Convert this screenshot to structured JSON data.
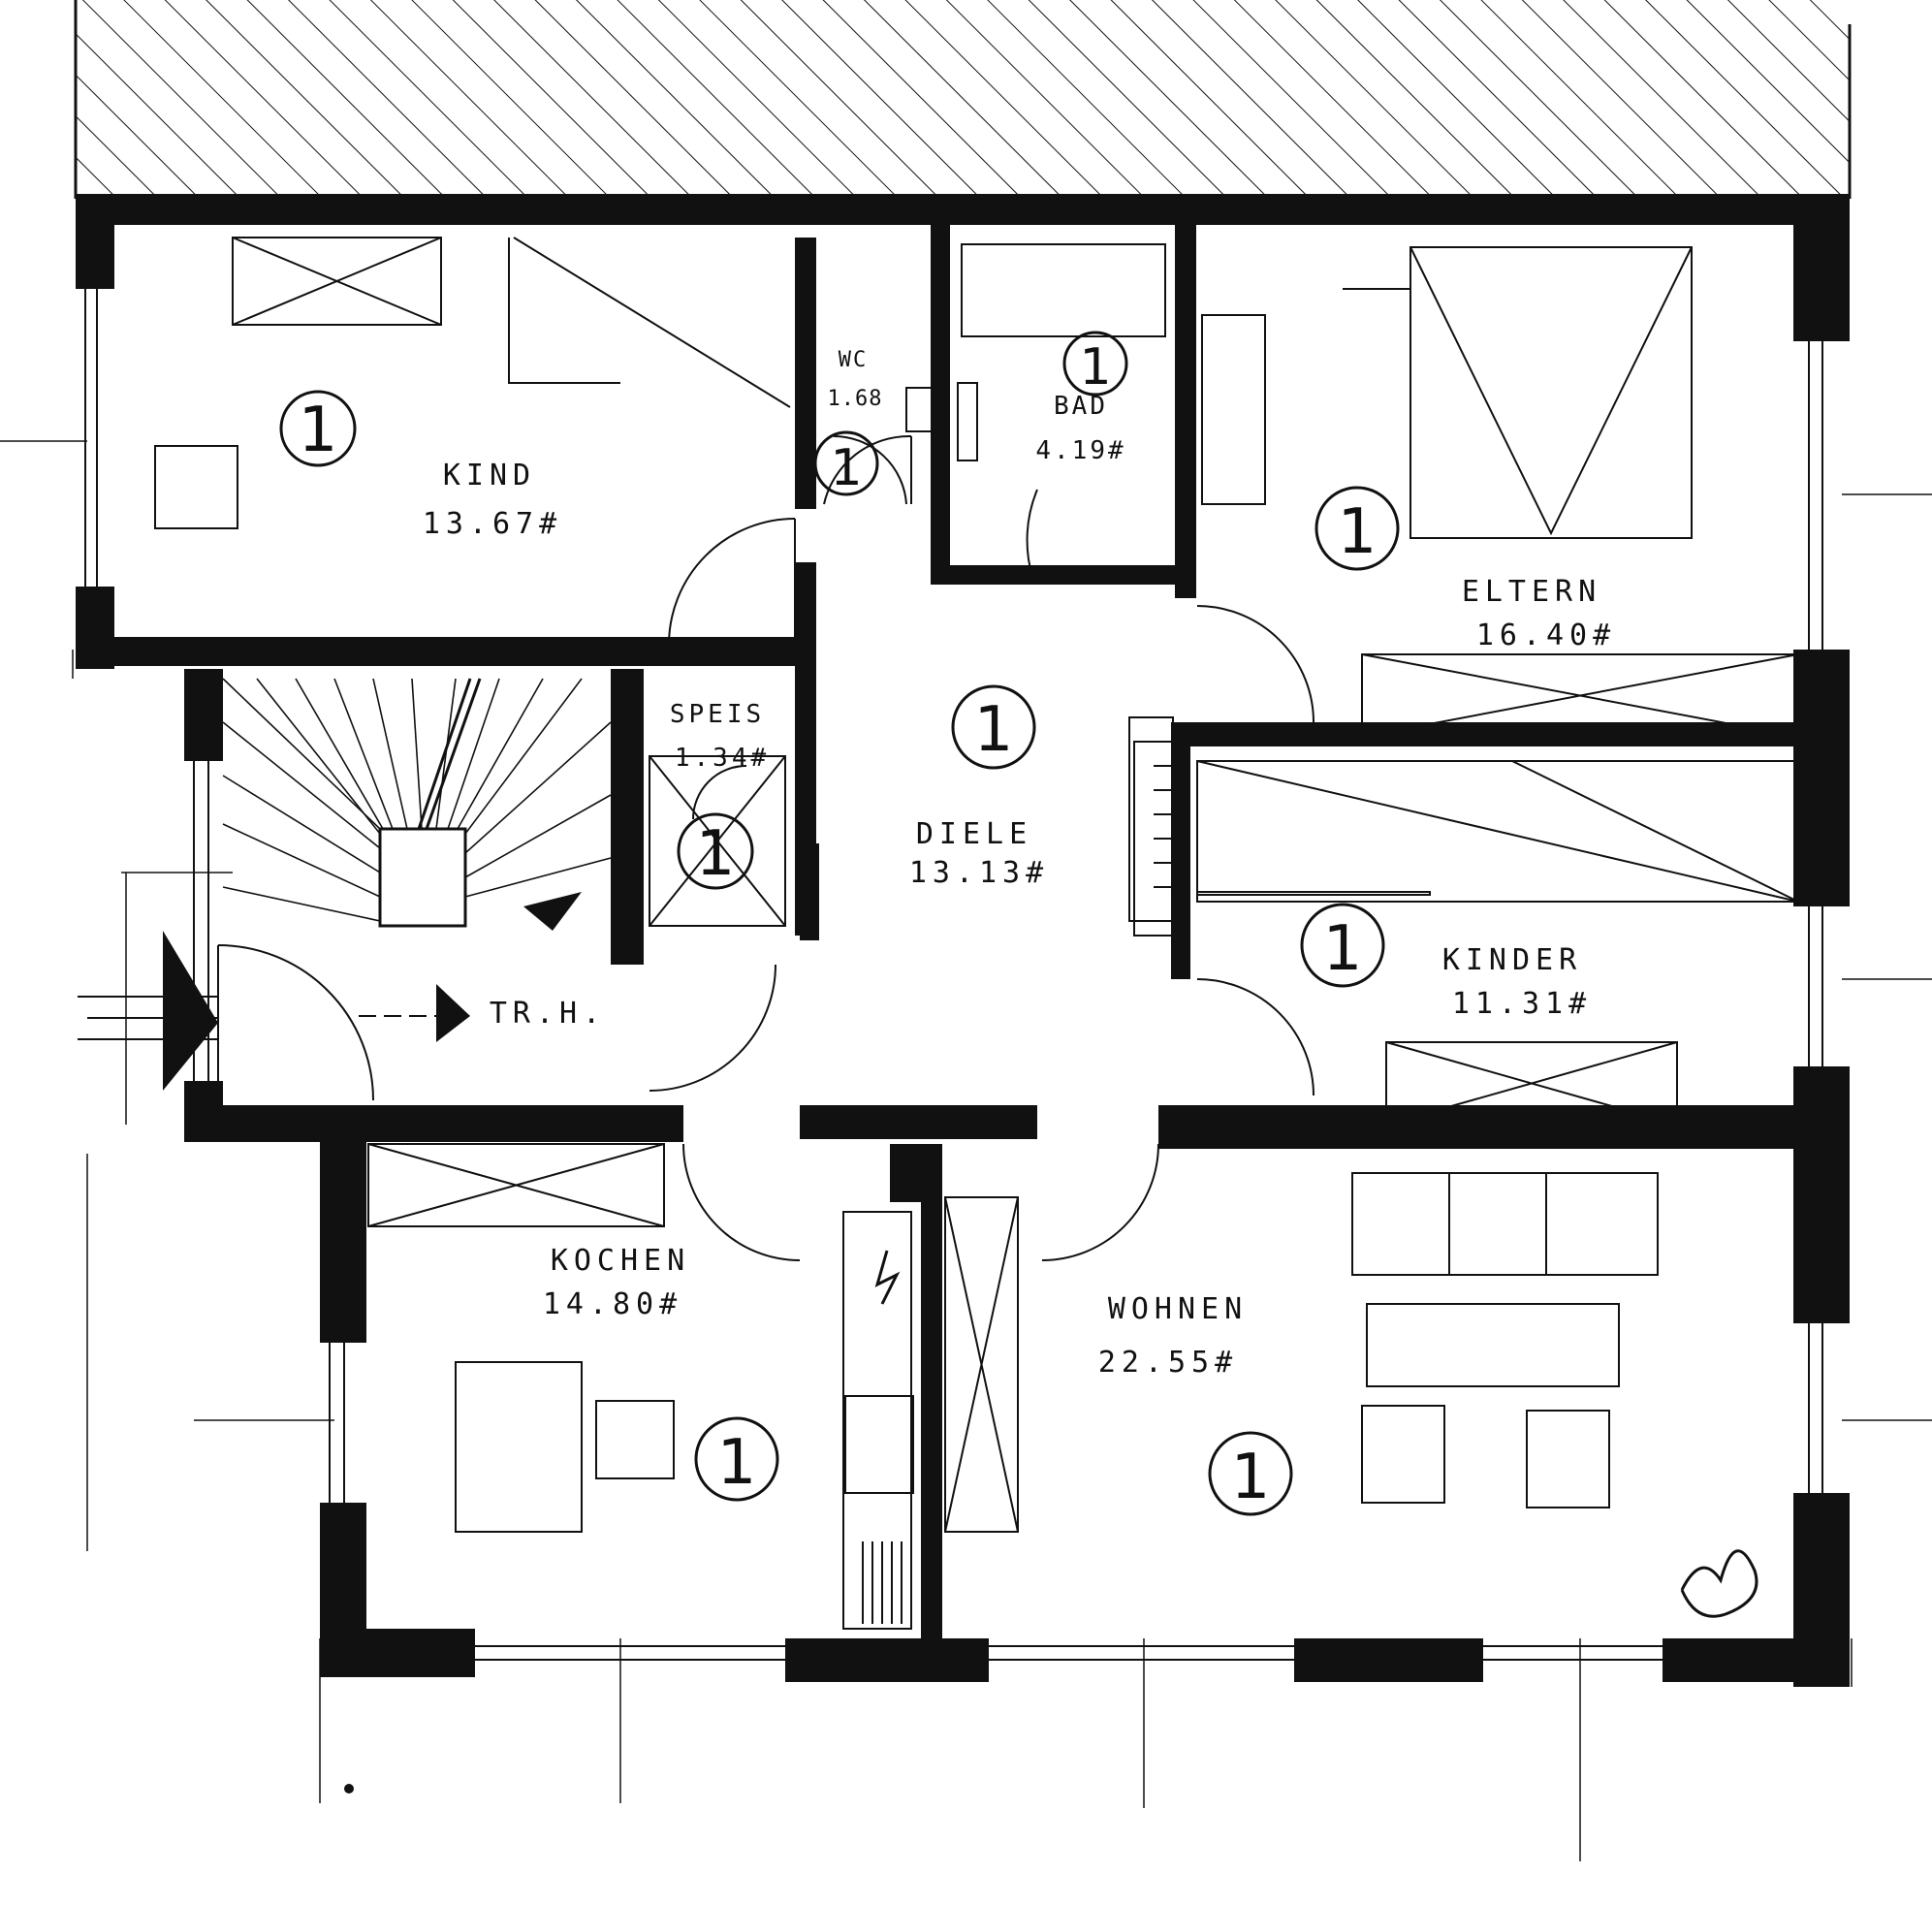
{
  "rooms": {
    "kind": {
      "name": "KIND",
      "area": "13.67#",
      "badge": "1"
    },
    "wc": {
      "name": "WC",
      "area": "1.68",
      "badge": "1"
    },
    "bad": {
      "name": "BAD",
      "area": "4.19#",
      "badge": "1"
    },
    "eltern": {
      "name": "ELTERN",
      "area": "16.40#",
      "badge": "1"
    },
    "speis": {
      "name": "SPEIS",
      "area": "1.34#",
      "badge": "1"
    },
    "diele": {
      "name": "DIELE",
      "area": "13.13#",
      "badge": "1"
    },
    "kinder": {
      "name": "KINDER",
      "area": "11.31#",
      "badge": "1"
    },
    "trh": {
      "name": "TR.H."
    },
    "kochen": {
      "name": "KOCHEN",
      "area": "14.80#",
      "badge": "1"
    },
    "wohnen": {
      "name": "WOHNEN",
      "area": "22.55#",
      "badge": "1"
    }
  },
  "colors": {
    "ink": "#111111",
    "paper": "#ffffff"
  }
}
